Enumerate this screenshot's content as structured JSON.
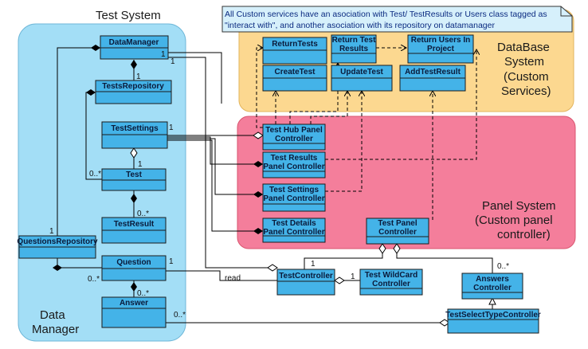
{
  "regions": {
    "test_system": "Test System",
    "data_manager": [
      "Data",
      "Manager"
    ],
    "database_system": [
      "DataBase",
      "System",
      "(Custom",
      "Services)"
    ],
    "panel_system": [
      "Panel System",
      "(Custom panel",
      "controller)"
    ]
  },
  "note": [
    "All Custom services have an asociation with Test/ TestResults or Users class tagged as",
    "\"interact with\", and another asociation with its repository on datamanager"
  ],
  "classes": {
    "data_manager": "DataManager",
    "tests_repository": "TestsRepository",
    "test_settings": "TestSettings",
    "test": "Test",
    "test_result": "TestResult",
    "questions_repository": "QuestionsRepository",
    "question": "Question",
    "answer": "Answer",
    "return_tests": "ReturnTests",
    "return_test_results": [
      "Return Test",
      "Results"
    ],
    "return_users": [
      "Return Users In",
      "Project"
    ],
    "create_test": "CreateTest",
    "update_test": "UpdateTest",
    "add_test_result": "AddTestResult",
    "test_hub_panel": [
      "Test Hub Panel",
      "Controller"
    ],
    "test_results_panel": [
      "Test Results",
      "Panel Controller"
    ],
    "test_settings_panel": [
      "Test Settings",
      "Panel Controller"
    ],
    "test_details_panel": [
      "Test Details",
      "Panel Controller"
    ],
    "test_panel": [
      "Test Panel",
      "Controller"
    ],
    "test_controller": "TestController",
    "test_wildcard": [
      "Test WildCard",
      "Controller"
    ],
    "answers_controller": [
      "Answers",
      "Controller"
    ],
    "test_select_type": "TestSelectTypeController"
  },
  "labels": {
    "m1": "1",
    "m2": "1",
    "m3": "1",
    "m4": "1",
    "m_test_many": "0..*",
    "m_result_many": "0..*",
    "m_qrepo": "1",
    "m_question_1": "1",
    "m_question_many": "0..*",
    "m_answer_many": "0..*",
    "m_answer_many2": "0..*",
    "m_tc_1": "1",
    "m_wc_1": "1",
    "m_ac_many": "0..*",
    "read": "read"
  },
  "colors": {
    "data_manager_bg": "#a3def6",
    "database_bg": "#fcd890",
    "panel_bg": "#f47e9b",
    "class_fill": "#44b3e8",
    "note_bg": "#d6f0fb"
  }
}
